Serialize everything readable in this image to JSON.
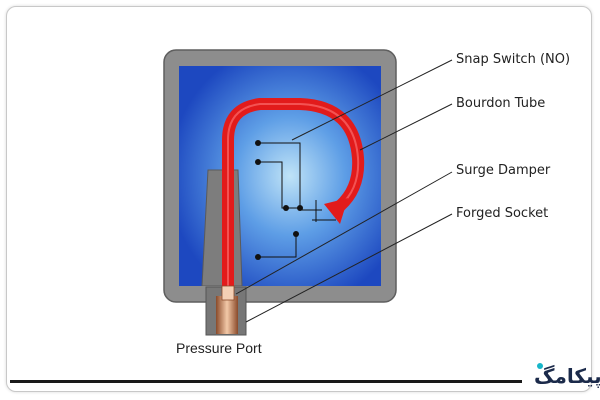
{
  "labels": {
    "snap_switch": "Snap Switch (NO)",
    "bourdon_tube": "Bourdon Tube",
    "surge_damper": "Surge Damper",
    "forged_socket": "Forged Socket",
    "pressure_port": "Pressure Port"
  },
  "logo": {
    "text": "پیکامگ"
  },
  "colors": {
    "housing": "#8d8d8d",
    "chamber": "#1f56c4",
    "tube": "#e02020",
    "socket": "#d98a5e"
  }
}
